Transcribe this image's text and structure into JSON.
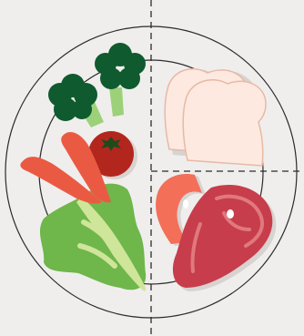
{
  "scene": {
    "subject": "plate-portions-illustration",
    "background_color": "#efeeed",
    "plate": {
      "rim_stroke": "#2b2b2b",
      "fill": "#efeeed"
    },
    "divider": {
      "stroke": "#2b2b2b",
      "style": "dashed"
    },
    "sections": {
      "vegetables": [
        "broccoli",
        "tomato",
        "carrots",
        "lettuce"
      ],
      "grains": [
        "bread-slices"
      ],
      "protein": [
        "shrimp",
        "steak"
      ]
    },
    "colors": {
      "broccoli_dark": "#0f5a2e",
      "broccoli_stem": "#9cd17a",
      "tomato": "#b3261e",
      "tomato_leaf": "#1f4a1c",
      "carrot": "#ea5a43",
      "lettuce_dark": "#6fb64b",
      "lettuce_light": "#cfe59a",
      "bread": "#fde9df",
      "bread_outline": "#e7b9a6",
      "shrimp": "#f36f58",
      "steak": "#c73d4b",
      "steak_fat": "#e0797e",
      "shadow": "#d7d3d0"
    }
  }
}
